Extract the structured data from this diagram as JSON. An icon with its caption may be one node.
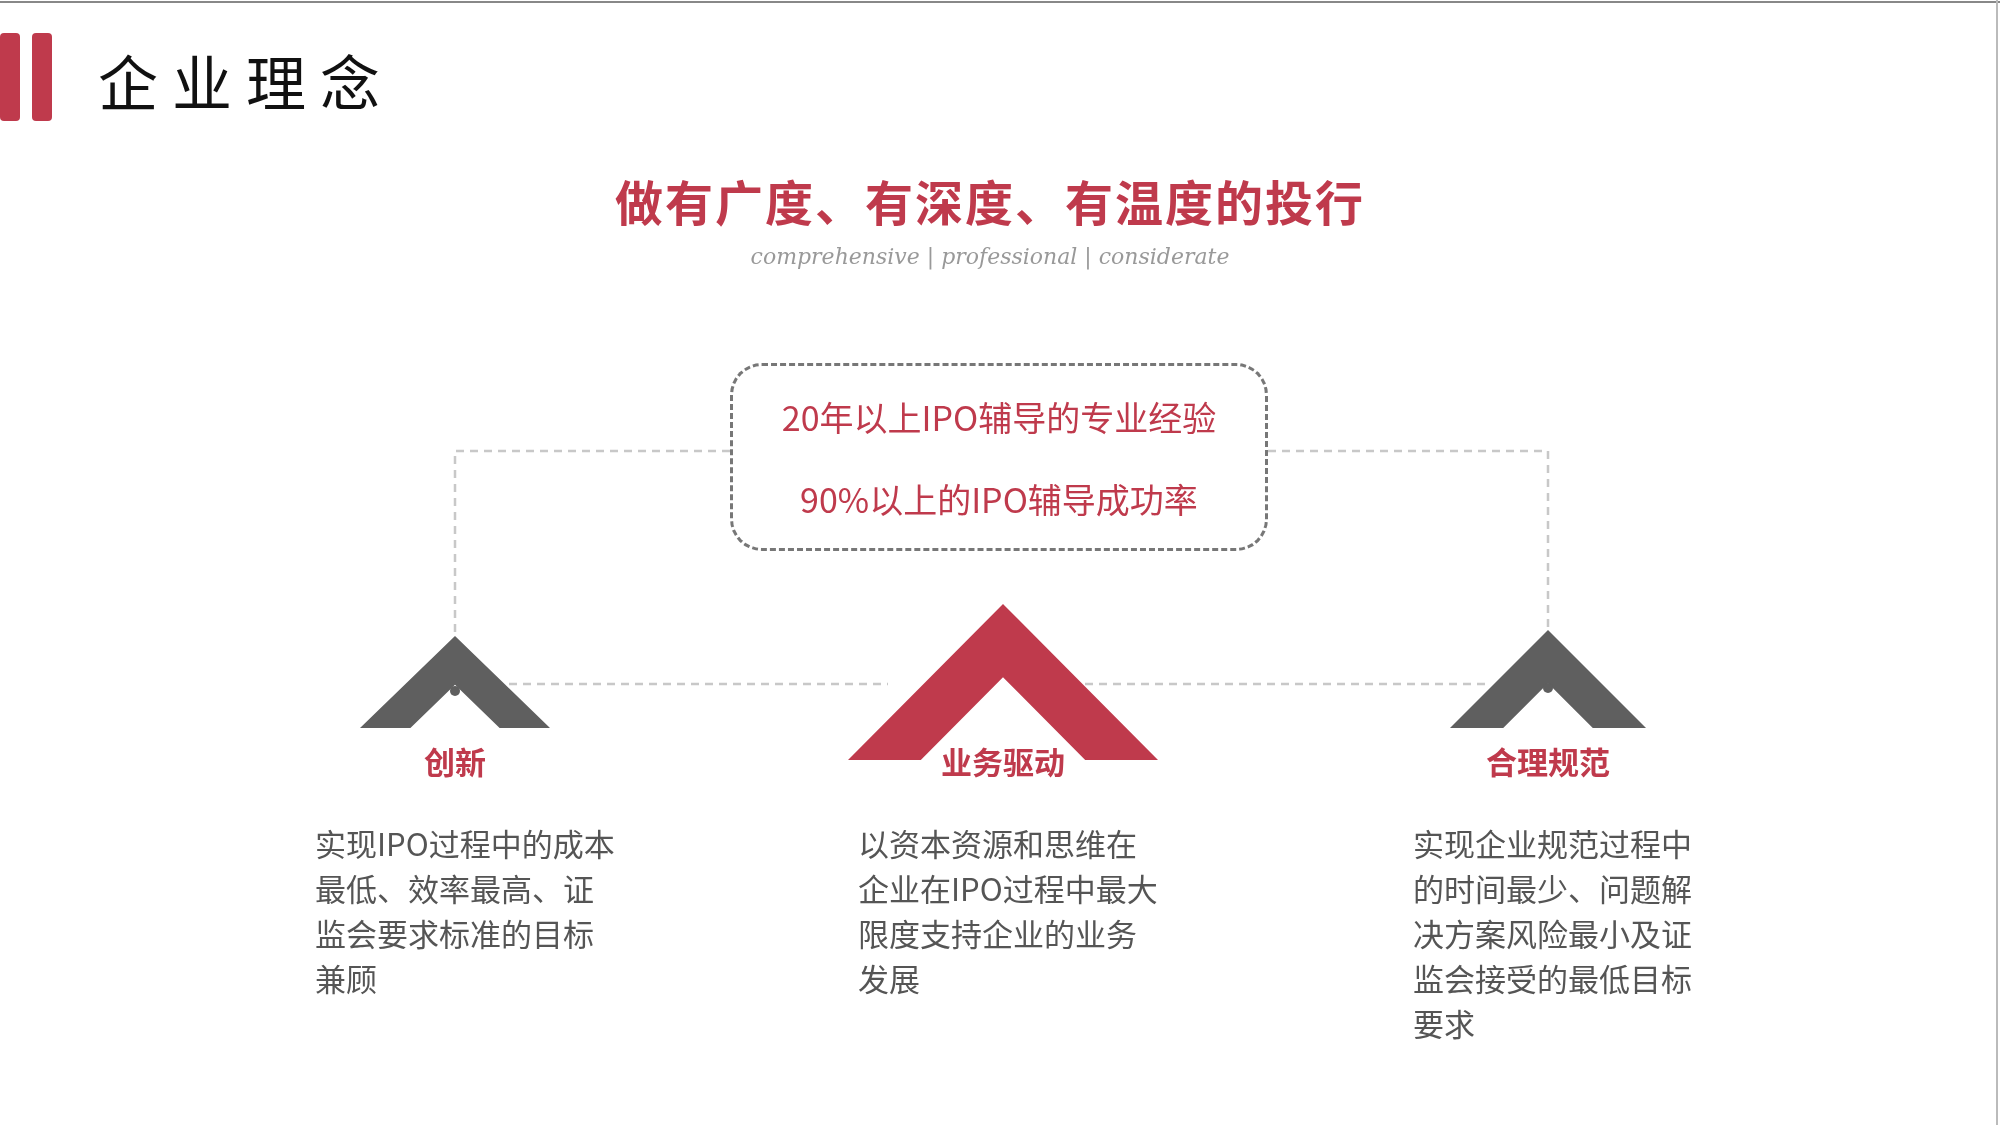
{
  "diagram": {
    "title": "企业理念",
    "nodes": [
      {
        "text": [
          "20年以上IPO辅导的专业经验",
          "90%以上的IPO辅导成功率"
        ]
      },
      {
        "text": [
          "创新"
        ],
        "beside": [
          "实现IPO过程中的成本最低、效率最高、证监会要求标准的目标兼顾"
        ]
      },
      {
        "text": [
          "业务驱动"
        ],
        "beside": [
          "以资本资源和思维在企业在IPO过程中最大限度支持企业的业务发展"
        ]
      },
      {
        "text": [
          "合理规范"
        ],
        "beside": [
          "实现企业规范过程中的时间最少、问题解决方案风险最小及证监会接受的最低目标要求"
        ]
      }
    ],
    "edges": [
      {
        "from": 0,
        "to": 1,
        "arrow": "none",
        "style": "dashed"
      },
      {
        "from": 0,
        "to": 3,
        "arrow": "none",
        "style": "dashed"
      },
      {
        "from": 1,
        "to": 2,
        "arrow": "none",
        "style": "dashed"
      },
      {
        "from": 2,
        "to": 3,
        "arrow": "none",
        "style": "dashed"
      }
    ],
    "labels": [
      "做有广度、有深度、有温度的投行",
      "comprehensive | professional | considerate"
    ]
  }
}
